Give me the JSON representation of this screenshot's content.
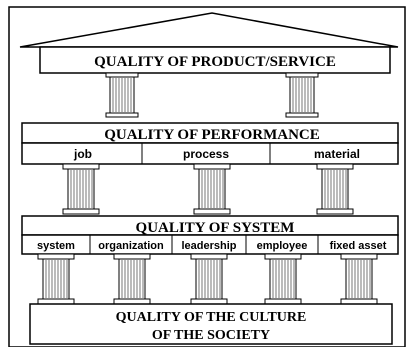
{
  "levels": {
    "product": {
      "title": "QUALITY OF PRODUCT/SERVICE"
    },
    "performance": {
      "title": "QUALITY OF PERFORMANCE",
      "items": [
        "job",
        "process",
        "material"
      ]
    },
    "system": {
      "title": "QUALITY OF SYSTEM",
      "items": [
        "system",
        "organization",
        "leadership",
        "employee",
        "fixed asset"
      ]
    },
    "culture": {
      "title_line1": "QUALITY OF THE CULTURE",
      "title_line2": "OF THE SOCIETY"
    }
  },
  "colors": {
    "line": "#000000",
    "fill": "#ffffff",
    "column_line": "#555555"
  }
}
